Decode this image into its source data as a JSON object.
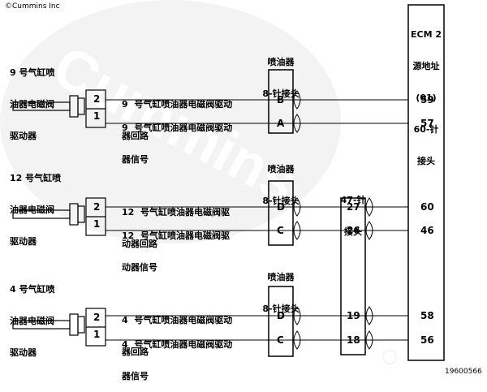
{
  "copyright": "©Cummins Inc",
  "figure_id": "19600566",
  "watermark": "Cummins",
  "ecm": {
    "line1": "ECM 2",
    "line2": "源地址",
    "line3": "(01)",
    "line4": "60-针",
    "line5": "接头"
  },
  "connector47": {
    "line1": "47-针",
    "line2": "接头"
  },
  "injectors": [
    {
      "actuator_lines": [
        "9 号气缸喷",
        "油器电磁阀",
        "驱动器"
      ],
      "connector_lines": [
        "喷油器",
        "8-针接头"
      ],
      "pins": [
        "2",
        "1"
      ],
      "wire1_lines": [
        "9  号气缸喷油器电磁阀驱动",
        "器回路"
      ],
      "wire2_lines": [
        "9  号气缸喷油器电磁阀驱动",
        "器信号"
      ],
      "inj_pins": [
        "B",
        "A"
      ],
      "ecm_pins": [
        "59",
        "57"
      ]
    },
    {
      "actuator_lines": [
        "12 号气缸喷",
        "油器电磁阀",
        "驱动器"
      ],
      "connector_lines": [
        "喷油器",
        "8-针接头"
      ],
      "pins": [
        "2",
        "1"
      ],
      "wire1_lines": [
        "12  号气缸喷油器电磁阀驱",
        "动器回路"
      ],
      "wire2_lines": [
        "12  号气缸喷油器电磁阀驱",
        "动器信号"
      ],
      "inj_pins": [
        "D",
        "C"
      ],
      "mid_pins": [
        "27",
        "26"
      ],
      "ecm_pins": [
        "60",
        "46"
      ]
    },
    {
      "actuator_lines": [
        "4 号气缸喷",
        "油器电磁阀",
        "驱动器"
      ],
      "connector_lines": [
        "喷油器",
        "8-针接头"
      ],
      "pins": [
        "2",
        "1"
      ],
      "wire1_lines": [
        "4  号气缸喷油器电磁阀驱动",
        "器回路"
      ],
      "wire2_lines": [
        "4  号气缸喷油器电磁阀驱动",
        "器信号"
      ],
      "inj_pins": [
        "D",
        "C"
      ],
      "mid_pins": [
        "19",
        "18"
      ],
      "ecm_pins": [
        "58",
        "56"
      ]
    }
  ]
}
